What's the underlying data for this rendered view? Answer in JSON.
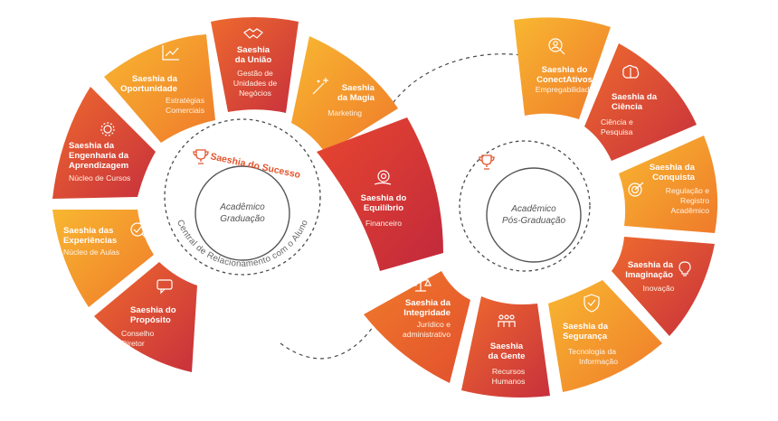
{
  "colors": {
    "red": "#b8283f",
    "deep": "#d63d34",
    "orange": "#ef6a2a",
    "amber": "#f59b24",
    "gold": "#f8b931",
    "brand": "#e2562f",
    "dash": "#4a4a4a"
  },
  "left_hub": {
    "brand": "Saeshia do Sucesso",
    "center_line1": "Acadêmico",
    "center_line2": "Graduação",
    "ring_text": "Central de Relacionamento com o Aluno"
  },
  "right_hub": {
    "center_line1": "Acadêmico",
    "center_line2": "Pós-Graduação"
  },
  "left_segments": [
    {
      "title": [
        "Saeshia da",
        "Engenharia da",
        "Aprendizagem"
      ],
      "sub": [
        "Núcleo de Cursos"
      ],
      "icon": "gear-icon"
    },
    {
      "title": [
        "Saeshia da",
        "Oportunidade"
      ],
      "sub": [
        "Estratégias",
        "Comerciais"
      ],
      "icon": "growth-chart-icon"
    },
    {
      "title": [
        "Saeshia",
        "da União"
      ],
      "sub": [
        "Gestão de",
        "Unidades de",
        "Negócios"
      ],
      "icon": "handshake-icon"
    },
    {
      "title": [
        "Saeshia",
        "da Magia"
      ],
      "sub": [
        "Marketing"
      ],
      "icon": "magic-wand-icon"
    },
    {
      "title": [
        "Saeshia das",
        "Experiências"
      ],
      "sub": [
        "Núcleo de Aulas"
      ],
      "icon": "checkmark-icon"
    },
    {
      "title": [
        "Saeshia do",
        "Propósito"
      ],
      "sub": [
        "Conselho",
        "Diretor"
      ],
      "icon": "speech-bubble-icon"
    }
  ],
  "center_segment": {
    "title": [
      "Saeshia do",
      "Equilíbrio"
    ],
    "sub": [
      "Financeiro"
    ],
    "icon": "coin-hand-icon"
  },
  "right_segments": [
    {
      "title": [
        "Saeshia do",
        "ConectAtivos"
      ],
      "sub": [
        "Empregabilidade"
      ],
      "icon": "magnifier-person-icon"
    },
    {
      "title": [
        "Saeshia da",
        "Ciência"
      ],
      "sub": [
        "Ciência e",
        "Pesquisa"
      ],
      "icon": "brain-icon"
    },
    {
      "title": [
        "Saeshia da",
        "Conquista"
      ],
      "sub": [
        "Regulação e",
        "Registro",
        "Acadêmico"
      ],
      "icon": "target-icon"
    },
    {
      "title": [
        "Saeshia da",
        "Imaginação"
      ],
      "sub": [
        "Inovação"
      ],
      "icon": "lightbulb-icon"
    },
    {
      "title": [
        "Saeshia da",
        "Segurança"
      ],
      "sub": [
        "Tecnologia da",
        "Informação"
      ],
      "icon": "shield-icon"
    },
    {
      "title": [
        "Saeshia",
        "da Gente"
      ],
      "sub": [
        "Recursos",
        "Humanos"
      ],
      "icon": "people-icon"
    },
    {
      "title": [
        "Saeshia da",
        "Integridade"
      ],
      "sub": [
        "Jurídico e",
        "administrativo"
      ],
      "icon": "scales-icon"
    }
  ]
}
